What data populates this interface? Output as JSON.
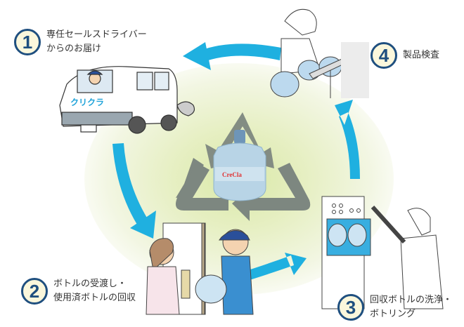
{
  "diagram": {
    "type": "cycle",
    "direction": "clockwise",
    "colors": {
      "arrow": "#1fb0e0",
      "recycle_symbol": "#7d8780",
      "circle_border": "#1f4f7f",
      "circle_fill": "#fbf7dc",
      "center_glow": "#d9e8a8",
      "van_logo": "#1fa3d9"
    },
    "center": {
      "icon": "recycle-symbol-icon",
      "bottle_logo": "CreCla"
    },
    "steps": [
      {
        "number": "1",
        "line1": "専任セールスドライバー",
        "line2": "からのお届け",
        "illustration": "delivery-van-icon",
        "van_text": "クリクラ"
      },
      {
        "number": "2",
        "line1": "ボトルの受渡し・",
        "line2": "使用済ボトルの回収",
        "illustration": "handover-scene-icon"
      },
      {
        "number": "3",
        "line1": "回収ボトルの洗浄・",
        "line2": "ボトリング",
        "illustration": "bottling-machine-icon"
      },
      {
        "number": "4",
        "line1": "製品検査",
        "line2": "",
        "illustration": "inspection-line-icon"
      }
    ]
  }
}
